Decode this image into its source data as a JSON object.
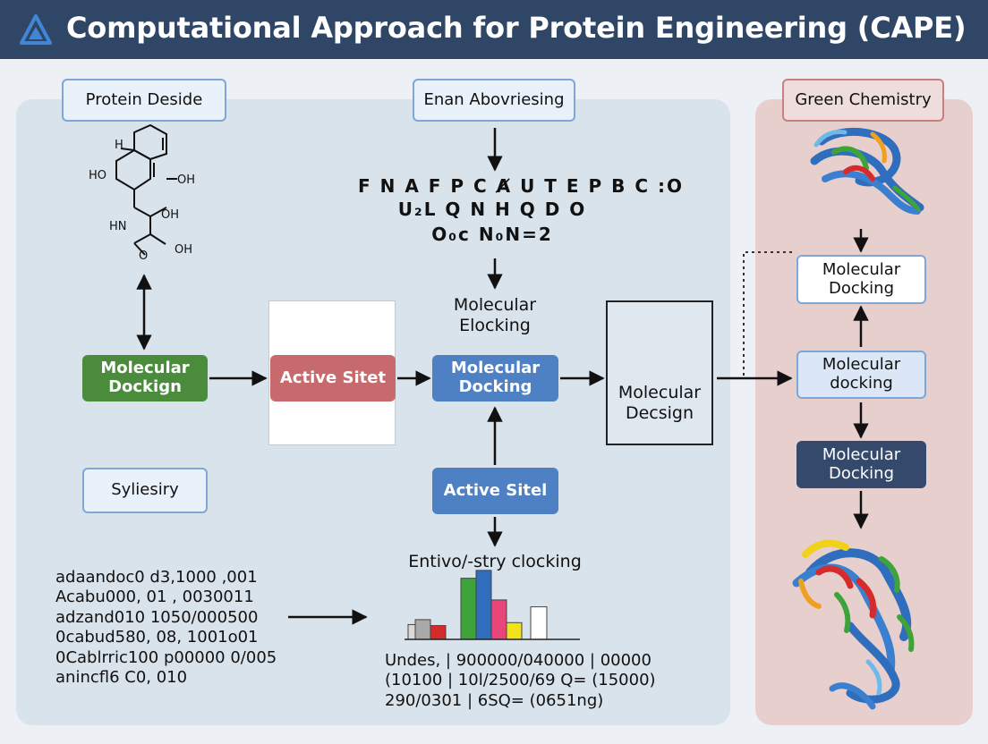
{
  "header": {
    "title": "Computational Approach for Protein Engineering (CAPE)",
    "icon": "triangle-logo-icon"
  },
  "left_column": {
    "title": "Protein Deside",
    "molecule_labels": [
      "H",
      "HO",
      "OH",
      "OH",
      "HN",
      "O",
      "OH"
    ],
    "molecular_node": [
      "Molecular",
      "Dockign"
    ],
    "lower_label": "Syliesiry",
    "data_lines": [
      "adaandoc0 d3,1000 ,001",
      "Acabu000, 01 , 0030011",
      "adzand010  1050/000500",
      "0cabud580, 08, 1001o01",
      "0Cablrric100 p00000 0/005",
      "anincfl6 C0, 010"
    ]
  },
  "center_column": {
    "title": "Enan Abovriesing",
    "sequence_lines": [
      "F N A F P C A̸ U T E P B C :O",
      "U₂L  Q N H  Q D O",
      "O₀c  N₀N=2"
    ],
    "molecular_elocking": [
      "Molecular",
      "Elocking"
    ],
    "active_site_red": "Active Sitet",
    "molecular_docking_blue": [
      "Molecular",
      "Docking"
    ],
    "active_site_blue": "Active Sitel",
    "chart_title": "Entivo/-stry clocking",
    "result_lines": [
      "Undes, | 900000/040000 | 00000",
      "(10100 | 10l/2500/69 Q= (15000)",
      "290/0301 | 6SQ= (0651ng)"
    ]
  },
  "design_card": {
    "label": [
      "Molecular",
      "Decsign"
    ],
    "icon": "molecule-network-icon"
  },
  "right_column": {
    "title": "Green Chemistry",
    "node1": [
      "Molecular",
      "Docking"
    ],
    "node2": [
      "Molecular",
      "docking"
    ],
    "node3": [
      "Molecular",
      "Docking"
    ],
    "icons": [
      "protein-ribbon-icon",
      "protein-ribbon-icon"
    ]
  },
  "colors": {
    "header": "#2f4667",
    "main_panel": "#d9e3ec",
    "green_panel": "#e7cfce",
    "green_node": "#4a8c3b",
    "red_node": "#c76a6d",
    "blue_node": "#4e80c4",
    "navy_node": "#34496b"
  },
  "chart_data": {
    "type": "bar",
    "title": "Entivo/-stry clocking",
    "categories": [
      "",
      "",
      "",
      "",
      "",
      "",
      "",
      ""
    ],
    "values": [
      15,
      20,
      14,
      62,
      70,
      40,
      17,
      33
    ],
    "colors": [
      "#d8d8d8",
      "#a9a9a9",
      "#d62b2b",
      "#3ea33a",
      "#2f6dbd",
      "#e8457a",
      "#f1e21a",
      "#ffffff"
    ],
    "xlabel": "",
    "ylabel": "",
    "ylim": [
      0,
      80
    ],
    "grid": false
  }
}
